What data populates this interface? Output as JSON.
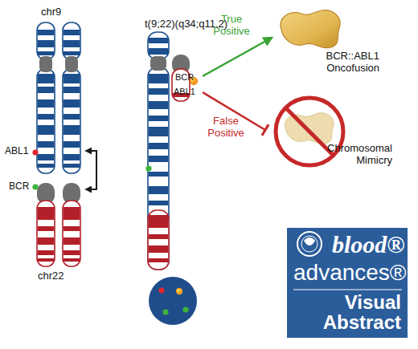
{
  "diagram": {
    "nodes": [
      {
        "text": [
          "chr9",
          "ABL1"
        ]
      },
      {
        "text": [
          "BCR",
          "chr22"
        ]
      },
      {
        "text": [
          "BCR",
          "ABL1"
        ]
      },
      {
        "text": [
          "BCR::ABL1 Oncofusion"
        ]
      },
      {
        "text": [
          "Chromosomal Mimicry"
        ]
      },
      {
        "text": [
          "blood®",
          "advances®",
          "Visual Abstract"
        ]
      }
    ],
    "edges": [
      {
        "from": 0,
        "to": 1,
        "arrow": "both"
      },
      {
        "from": 2,
        "to": 3,
        "label": "True Positive",
        "arrow": "to"
      },
      {
        "from": 2,
        "to": 4,
        "label": "False Positive",
        "arrow": "to"
      }
    ],
    "labels": [
      "t(9;22)(q34;q11.2)"
    ]
  }
}
